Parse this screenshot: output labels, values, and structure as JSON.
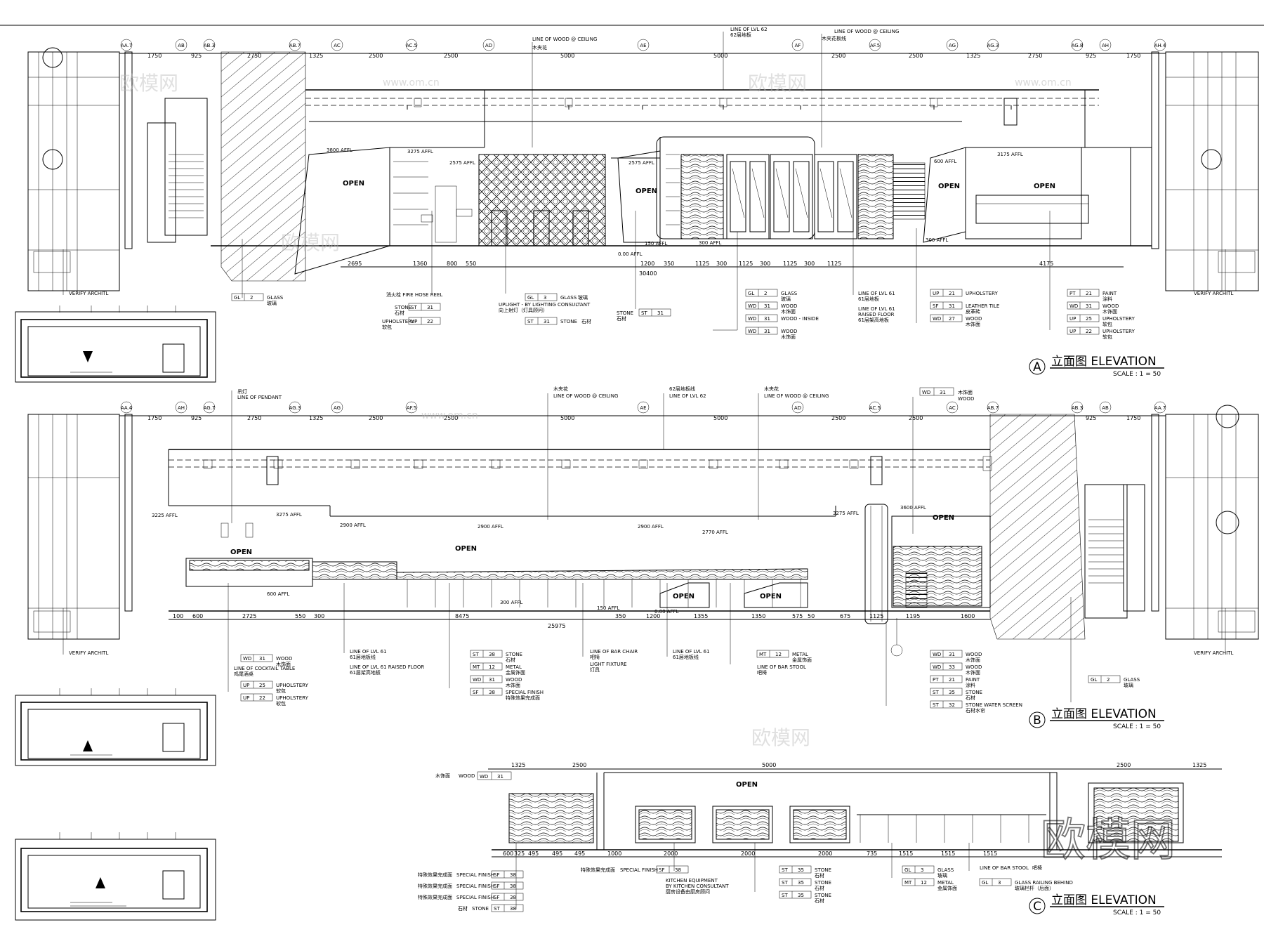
{
  "drawings": [
    {
      "label_letter": "A",
      "title": "立面图 ELEVATION",
      "scale": "SCALE : 1 = 50",
      "grid_labels": [
        "AA.7",
        "AB",
        "AB.3",
        "AB.7",
        "AC",
        "AC.5",
        "AD",
        "AE",
        "AF",
        "AF.5",
        "AG",
        "AG.3",
        "AG.8",
        "AH",
        "AH.4"
      ],
      "top_dims": [
        "1750",
        "925",
        "2750",
        "1325",
        "2500",
        "2500",
        "5000",
        "5000",
        "2500",
        "2500",
        "1325",
        "2750",
        "925",
        "1750"
      ],
      "bottom_dims": [
        "2695",
        "1360",
        "800",
        "550",
        "1200",
        "350",
        "1125",
        "300",
        "1125",
        "300",
        "1125",
        "300",
        "1125",
        "4175"
      ],
      "total_dim": "30400",
      "notes_top": [
        "LINE OF WOOD @ CEILING",
        "木夹花",
        "LINE OF LVL 62",
        "62层地板",
        "LINE OF WOOD @ CEILING",
        "木夹花板线"
      ],
      "open_labels": [
        "OPEN",
        "OPEN",
        "OPEN",
        "OPEN"
      ],
      "level_marks": [
        "3800 AFFL",
        "3275 AFFL",
        "2575 AFFL",
        "0.00 AFFL",
        "150 AFFL",
        "300 AFFL",
        "600 AFFL",
        "2575 AFFL",
        "3175 AFFL",
        "300 AFFL"
      ],
      "callouts": [
        {
          "code": "GL",
          "num": "2",
          "text": "GLASS",
          "cn": "玻璃"
        },
        {
          "code": "ST",
          "num": "31",
          "text": "STONE",
          "cn": "石材"
        },
        {
          "code": "UP",
          "num": "22",
          "text": "UPHOLSTERY",
          "cn": "软包"
        },
        {
          "code": "GL",
          "num": "3",
          "text": "GLASS",
          "cn": "玻璃"
        },
        {
          "code": "ST",
          "num": "31",
          "text": "STONE",
          "cn": "石材"
        },
        {
          "code": "ST",
          "num": "31",
          "text": "STONE",
          "cn": "石材"
        },
        {
          "code": "GL",
          "num": "2",
          "text": "GLASS",
          "cn": "玻璃"
        },
        {
          "code": "WD",
          "num": "31",
          "text": "WOOD",
          "cn": "木饰面"
        },
        {
          "code": "WD",
          "num": "31",
          "text": "WOOD - INSIDE",
          "cn": ""
        },
        {
          "code": "WD",
          "num": "31",
          "text": "WOOD",
          "cn": "木饰面"
        },
        {
          "code": "UP",
          "num": "21",
          "text": "UPHOLSTERY",
          "cn": ""
        },
        {
          "code": "SF",
          "num": "31",
          "text": "LEATHER TILE",
          "cn": "皮革砖"
        },
        {
          "code": "WD",
          "num": "27",
          "text": "WOOD",
          "cn": "木饰面"
        },
        {
          "code": "PT",
          "num": "21",
          "text": "PAINT",
          "cn": "涂料"
        },
        {
          "code": "WD",
          "num": "31",
          "text": "WOOD",
          "cn": "木饰面"
        },
        {
          "code": "UP",
          "num": "25",
          "text": "UPHOLSTERY",
          "cn": "软包"
        },
        {
          "code": "UP",
          "num": "22",
          "text": "UPHOLSTERY",
          "cn": "软包"
        }
      ],
      "extra_notes": [
        "消火栓 FIRE HOSE REEL",
        "UPLIGHT - BY LIGHTING CONSULTANT",
        "向上射灯（灯具顾问）",
        "LINE OF LVL 61",
        "61层地板",
        "LINE OF LVL 61",
        "RAISED FLOOR",
        "61层架高地板",
        "VERIFY ARCHITL",
        "VERIFY ARCHITL"
      ]
    },
    {
      "label_letter": "B",
      "title": "立面图 ELEVATION",
      "scale": "SCALE : 1 = 50",
      "grid_labels": [
        "AA.4",
        "AH",
        "AG.7",
        "AG.3",
        "AG",
        "AF.5",
        "AE",
        "AD",
        "AC.5",
        "AC",
        "AB.7",
        "AB.3",
        "AB",
        "AA.7"
      ],
      "top_dims": [
        "1750",
        "925",
        "2750",
        "1325",
        "2500",
        "2500",
        "5000",
        "5000",
        "2500",
        "2500",
        "925",
        "1750"
      ],
      "bottom_dims": [
        "100",
        "600",
        "2725",
        "550",
        "300",
        "8475",
        "350",
        "1200",
        "1355",
        "1350",
        "575",
        "50",
        "675",
        "1125",
        "1195",
        "1600"
      ],
      "total_dim": "25975",
      "notes_top": [
        "吊灯",
        "LINE OF PENDANT",
        "木夹花",
        "LINE OF WOOD @ CEILING",
        "62层地板线",
        "LINE OF LVL 62",
        "木夹花",
        "LINE OF WOOD @ CEILING"
      ],
      "open_labels": [
        "OPEN",
        "OPEN",
        "OPEN",
        "OPEN"
      ],
      "level_marks": [
        "3225 AFFL",
        "3275 AFFL",
        "2900 AFFL",
        "2900 AFFL",
        "2900 AFFL",
        "2770 AFFL",
        "3275 AFFL",
        "3600 AFFL",
        "600 AFFL",
        "300 AFFL",
        "150 AFFL",
        "0.00 AFFL"
      ],
      "wood_tag": {
        "code": "WD",
        "num": "31",
        "text": "木饰面",
        "text2": "WOOD"
      },
      "callouts": [
        {
          "code": "WD",
          "num": "31",
          "text": "WOOD",
          "cn": "木饰面"
        },
        {
          "code": "UP",
          "num": "25",
          "text": "UPHOLSTERY",
          "cn": "软包"
        },
        {
          "code": "UP",
          "num": "22",
          "text": "UPHOLSTERY",
          "cn": "软包"
        },
        {
          "code": "ST",
          "num": "38",
          "text": "STONE",
          "cn": "石材"
        },
        {
          "code": "MT",
          "num": "12",
          "text": "METAL",
          "cn": "金属饰面"
        },
        {
          "code": "WD",
          "num": "31",
          "text": "WOOD",
          "cn": "木饰面"
        },
        {
          "code": "SF",
          "num": "38",
          "text": "SPECIAL FINISH",
          "cn": "特殊效果完成面"
        },
        {
          "code": "MT",
          "num": "12",
          "text": "METAL",
          "cn": "金属饰面"
        },
        {
          "code": "WD",
          "num": "31",
          "text": "WOOD",
          "cn": "木饰面"
        },
        {
          "code": "WD",
          "num": "33",
          "text": "WOOD",
          "cn": "木饰面"
        },
        {
          "code": "PT",
          "num": "21",
          "text": "PAINT",
          "cn": "涂料"
        },
        {
          "code": "ST",
          "num": "35",
          "text": "STONE",
          "cn": "石材"
        },
        {
          "code": "ST",
          "num": "32",
          "text": "STONE WATER SCREEN",
          "cn": "石材水帘"
        },
        {
          "code": "GL",
          "num": "2",
          "text": "GLASS",
          "cn": "玻璃"
        }
      ],
      "extra_notes": [
        "LINE OF COCKTAIL TABLE",
        "鸡尾酒桌",
        "LINE OF LVL 61",
        "61层地板线",
        "LINE OF LVL 61 RAISED FLOOR",
        "61层架高地板",
        "LINE OF BAR CHAIR",
        "吧椅",
        "LIGHT FIXTURE",
        "灯具",
        "LINE OF LVL 61",
        "61层地板线",
        "LINE OF BAR STOOL",
        "吧椅",
        "VERIFY ARCHITL",
        "VERIFY ARCHITL"
      ]
    },
    {
      "label_letter": "C",
      "title": "立面图 ELEVATION",
      "scale": "SCALE : 1 = 50",
      "top_dims": [
        "1325",
        "2500",
        "5000",
        "2500",
        "1325"
      ],
      "bottom_dims": [
        "600",
        "325",
        "495",
        "495",
        "495",
        "1000",
        "2000",
        "2000",
        "2000",
        "735",
        "1515",
        "1515",
        "1515"
      ],
      "open_label": "OPEN",
      "wood_tag": {
        "code": "WD",
        "num": "31",
        "text": "WOOD",
        "cn": "木饰面"
      },
      "callouts_left": [
        {
          "code": "SF",
          "num": "38",
          "text": "SPECIAL FINISH",
          "cn": "特殊效果完成面"
        },
        {
          "code": "SF",
          "num": "38",
          "text": "SPECIAL FINISH",
          "cn": "特殊效果完成面"
        },
        {
          "code": "SF",
          "num": "38",
          "text": "SPECIAL FINISH",
          "cn": "特殊效果完成面"
        },
        {
          "code": "ST",
          "num": "38",
          "text": "STONE",
          "cn": "石材"
        }
      ],
      "callouts_mid": [
        {
          "code": "SF",
          "num": "38",
          "text": "SPECIAL FINISH",
          "cn": "特殊效果完成面"
        },
        {
          "code": "ST",
          "num": "35",
          "text": "STONE",
          "cn": "石材"
        },
        {
          "code": "ST",
          "num": "35",
          "text": "STONE",
          "cn": "石材"
        },
        {
          "code": "ST",
          "num": "35",
          "text": "STONE",
          "cn": "石材"
        },
        {
          "code": "GL",
          "num": "3",
          "text": "GLASS",
          "cn": "玻璃"
        },
        {
          "code": "MT",
          "num": "12",
          "text": "METAL",
          "cn": "金属饰面"
        },
        {
          "code": "GL",
          "num": "3",
          "text": "GLASS RAILING BEHIND",
          "cn": "玻璃栏杆（后面）"
        }
      ],
      "extra_notes": [
        "KITCHEN EQUIPMENT",
        "BY KITCHEN CONSULTANT",
        "厨房设备由厨房顾问",
        "LINE OF BAR STOOL",
        "吧椅"
      ]
    }
  ],
  "watermarks": [
    "欧模网",
    "欧模网",
    "欧模网",
    "欧模网",
    "www.om.cn",
    "www.om.cn",
    "www.om.cn",
    "欧模网"
  ]
}
